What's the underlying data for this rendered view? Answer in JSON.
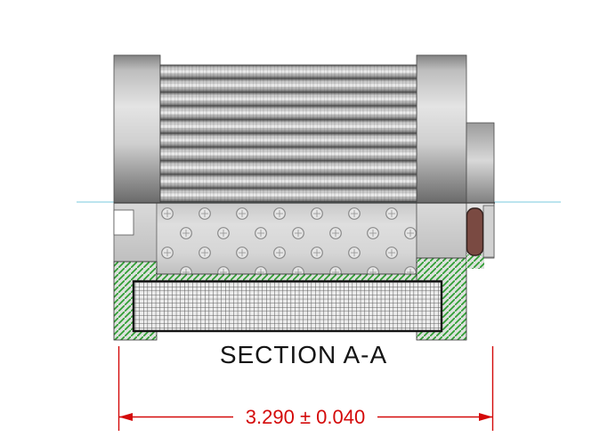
{
  "drawing": {
    "section_label": "SECTION A-A",
    "dimension_text": "3.290 ± 0.040",
    "colors": {
      "dimension_red": "#d40a0a",
      "hatch_green": "#2f9e33",
      "centerline_cyan": "#a5dbe9",
      "seal_maroon": "#7a4a42"
    },
    "parts": {
      "left_end_cap": "left end cap",
      "pleated_media": "pleated filter media",
      "right_end_cap": "right end cap",
      "end_fitting": "end fitting with o-ring seal",
      "core_tube": "perforated core tube",
      "media_section": "filter media cross-section",
      "cut_hatching": "section cut hatching"
    }
  }
}
